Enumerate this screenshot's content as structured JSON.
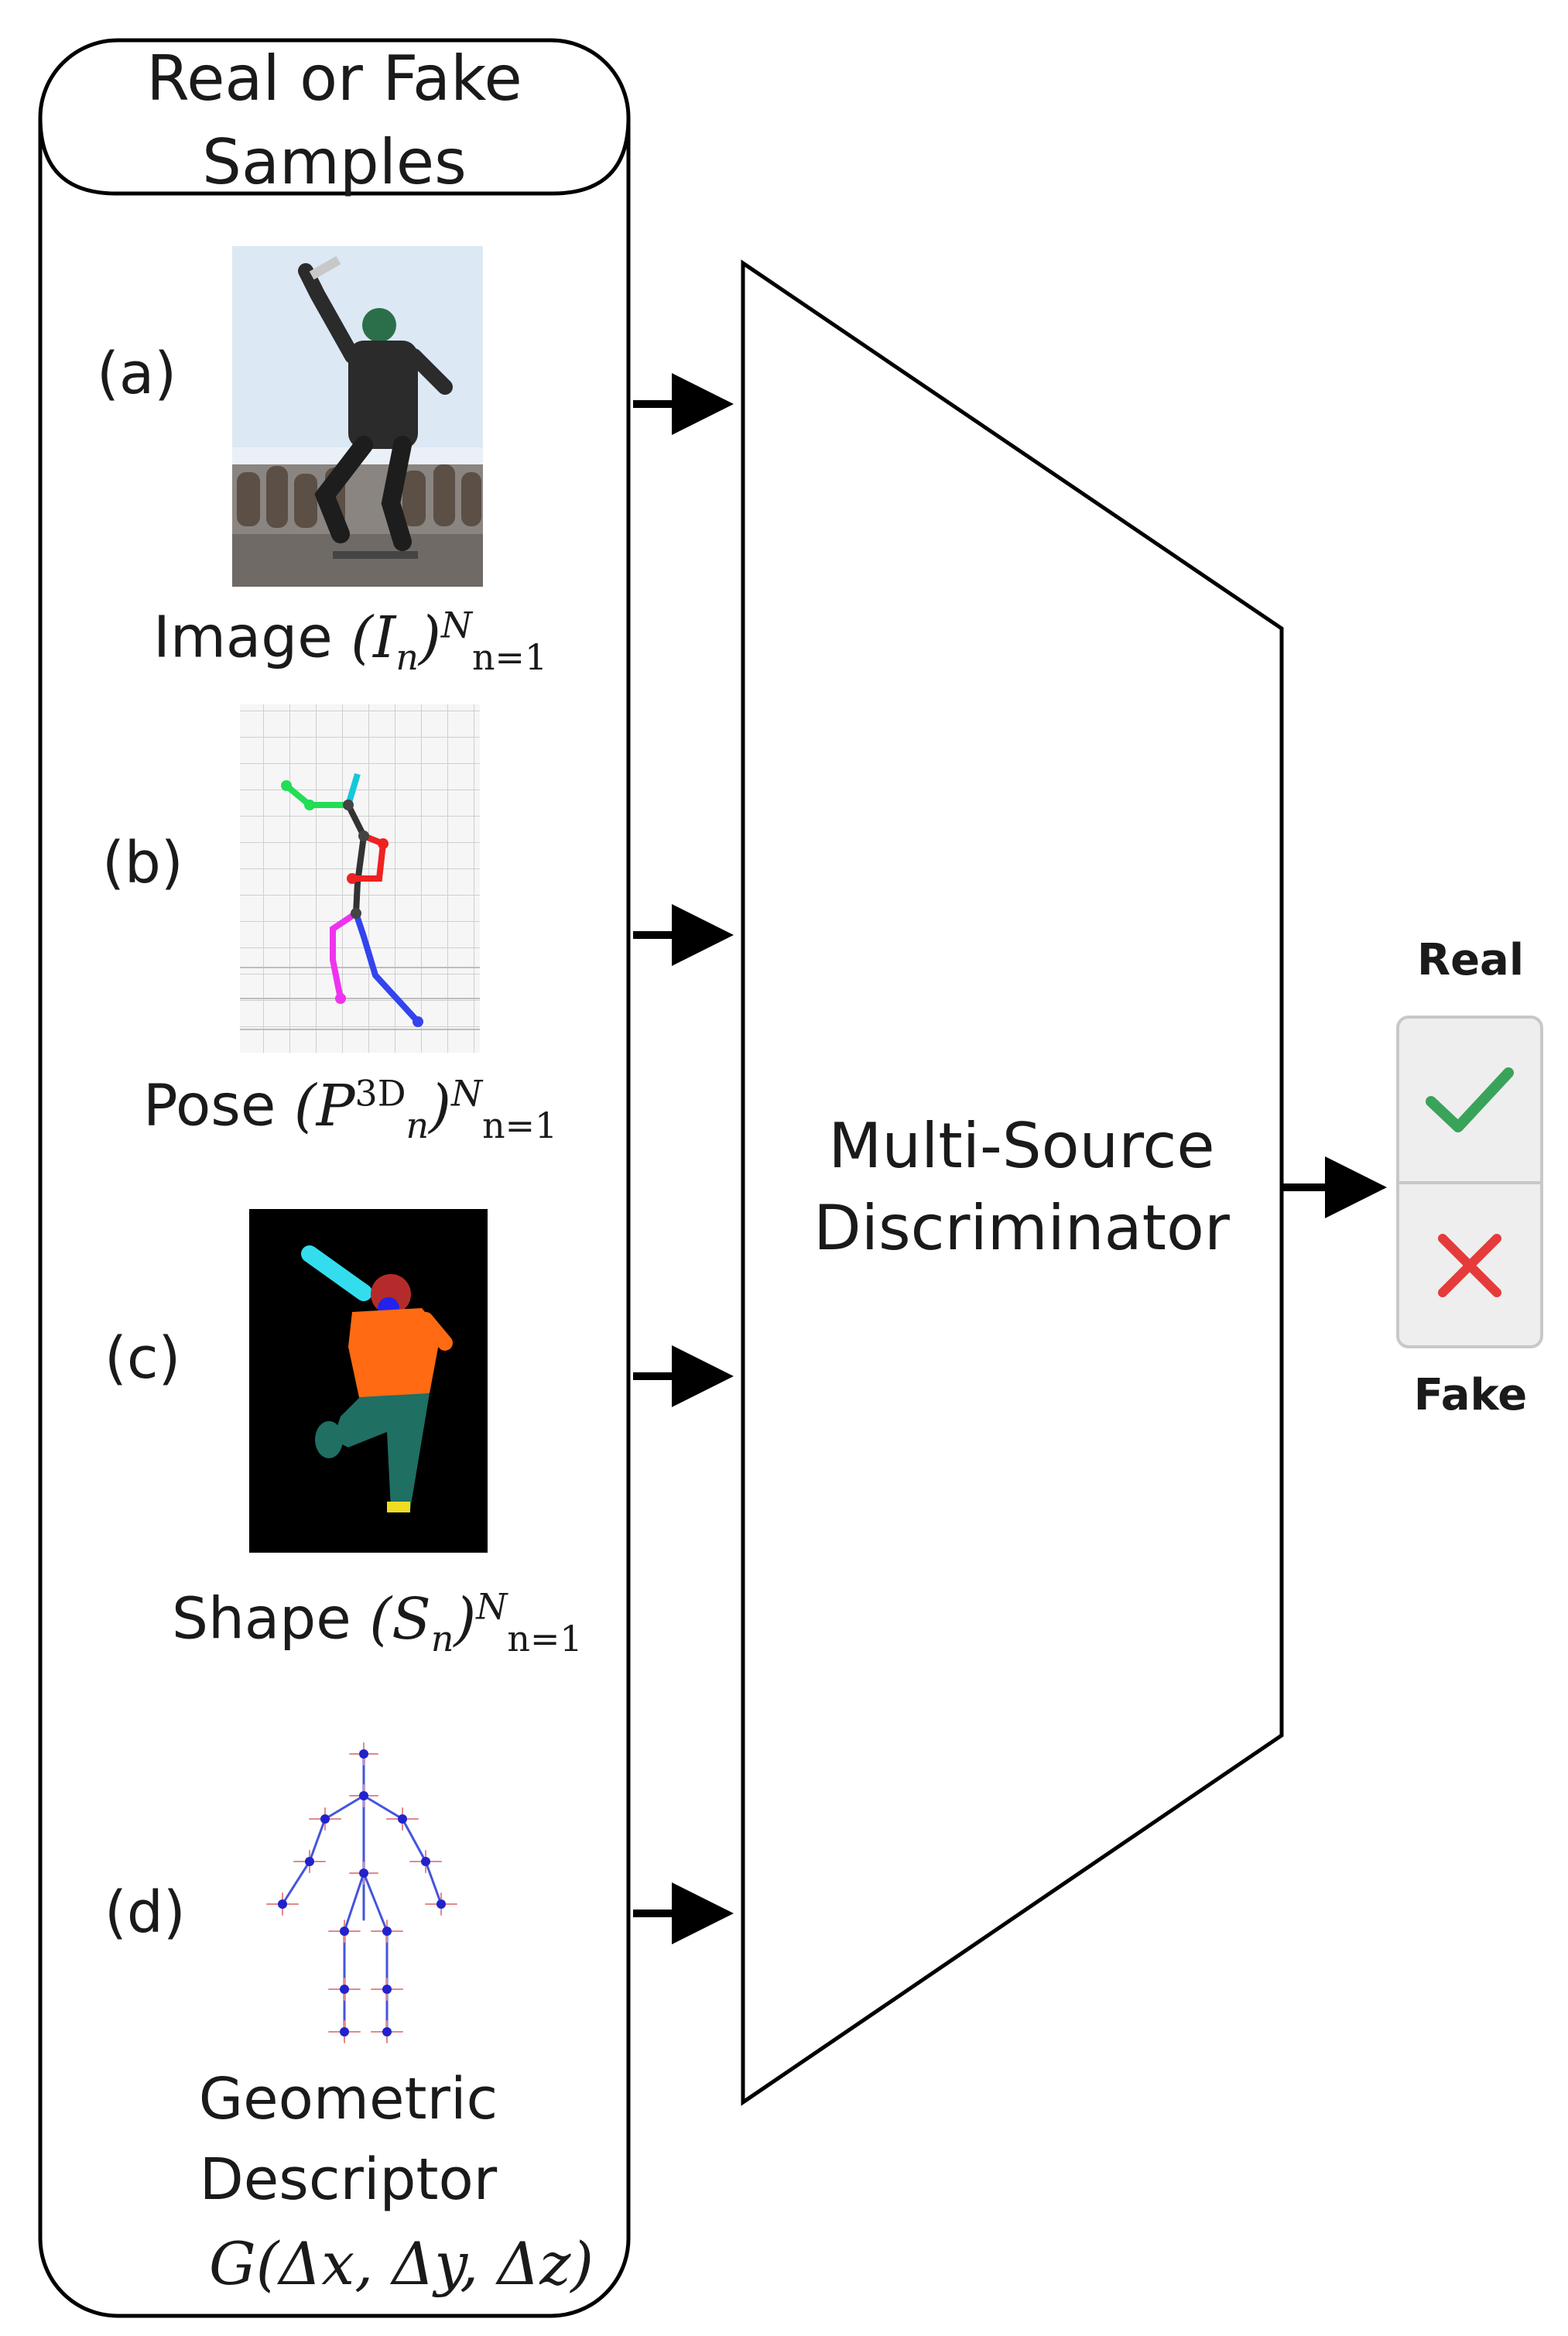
{
  "header": {
    "title_line1": "Real or Fake",
    "title_line2": "Samples"
  },
  "inputs": [
    {
      "tag": "(a)",
      "name": "Image",
      "symbol": "I",
      "superscript": "N",
      "subscript": "n=1"
    },
    {
      "tag": "(b)",
      "name": "Pose",
      "symbol": "P",
      "symbol_sup": "3D",
      "symbol_sub": "n",
      "superscript": "N",
      "subscript": "n=1"
    },
    {
      "tag": "(c)",
      "name": "Shape",
      "symbol": "S",
      "superscript": "N",
      "subscript": "n=1"
    },
    {
      "tag": "(d)",
      "name_line1": "Geometric",
      "name_line2": "Descriptor",
      "formula": "G(Δx, Δy, Δz)"
    }
  ],
  "discriminator": {
    "line1": "Multi-Source",
    "line2": "Discriminator"
  },
  "output": {
    "real_label": "Real",
    "fake_label": "Fake",
    "real_icon": "check-icon",
    "fake_icon": "cross-icon",
    "real_color": "#3aa35a",
    "fake_color": "#e53b3b"
  },
  "pose_colors": {
    "left_arm": "#22dd55",
    "head": "#16c8d8",
    "right_arm": "#ee2222",
    "left_leg": "#ee33ee",
    "right_leg": "#3344ee",
    "spine": "#333333"
  },
  "shape_colors": {
    "background": "#000000",
    "torso": "#ff6a13",
    "head": "#b52b2b",
    "face": "#2222ee",
    "legs": "#1f6f62",
    "arm": "#33ddee",
    "foot": "#eedd22"
  },
  "descriptor_colors": {
    "skeleton": "#4455dd",
    "joint": "#2222cc",
    "axes": "#e08a8a"
  }
}
